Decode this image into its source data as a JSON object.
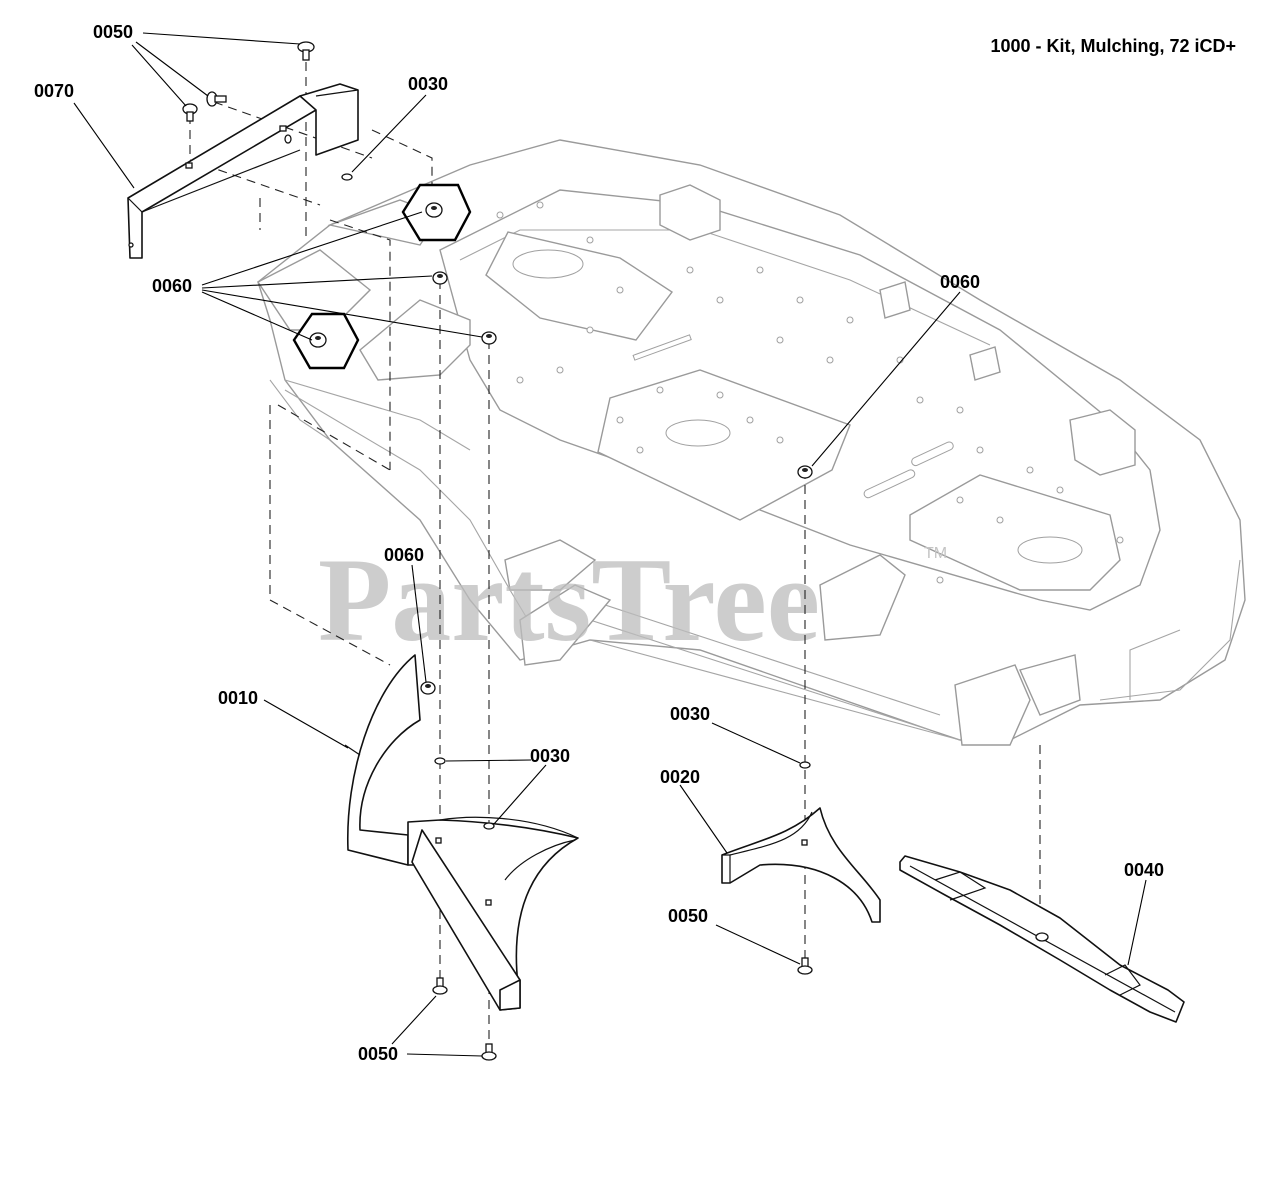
{
  "title": "1000 - Kit, Mulching, 72 iCD+",
  "watermark": "PartsTree",
  "trademark": "TM",
  "callouts": [
    {
      "id": "c1",
      "text": "0050"
    },
    {
      "id": "c2",
      "text": "0070"
    },
    {
      "id": "c3",
      "text": "0030"
    },
    {
      "id": "c4",
      "text": "0060"
    },
    {
      "id": "c5",
      "text": "0060"
    },
    {
      "id": "c6",
      "text": "0060"
    },
    {
      "id": "c7",
      "text": "0010"
    },
    {
      "id": "c8",
      "text": "0030"
    },
    {
      "id": "c9",
      "text": "0030"
    },
    {
      "id": "c10",
      "text": "0020"
    },
    {
      "id": "c11",
      "text": "0040"
    },
    {
      "id": "c12",
      "text": "0050"
    },
    {
      "id": "c13",
      "text": "0050"
    }
  ]
}
